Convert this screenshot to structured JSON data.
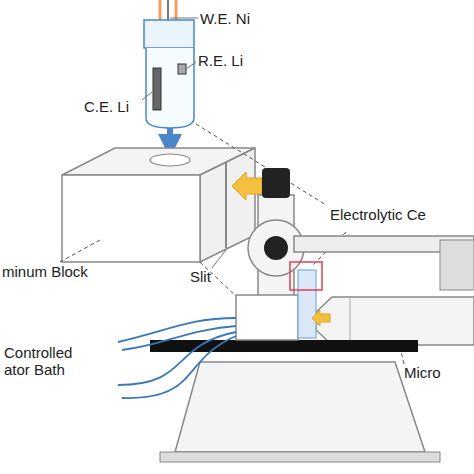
{
  "diagram": {
    "labels": [
      "W.E. Ni",
      "R.E. Li",
      "C.E. Li",
      "Electrolytic Ce",
      "minum Block",
      "Slit",
      "Controlled ator Bath",
      "Micro"
    ]
  }
}
